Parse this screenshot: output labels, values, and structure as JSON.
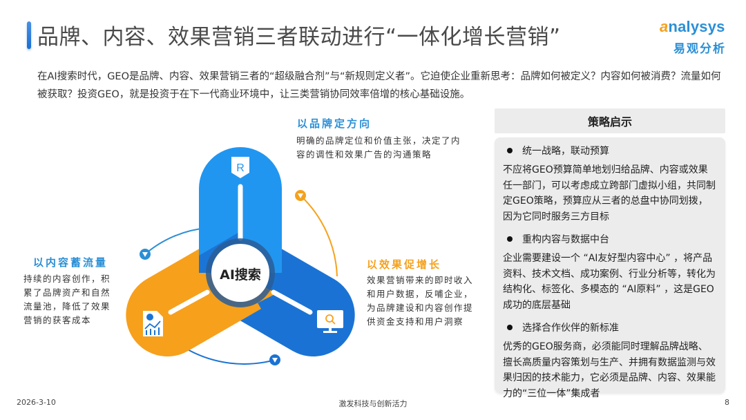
{
  "header": {
    "title": "品牌、内容、效果营销三者联动进行“一体化增长营销”",
    "logo_en_a": "a",
    "logo_en_rest": "nalysys",
    "logo_cn": "易观分析"
  },
  "intro": "在AI搜索时代，GEO是品牌、内容、效果营销三者的“超级融合剂”与“新规则定义者”。它迫使企业重新思考：品牌如何被定义？内容如何被消费？流量如何被获取？投资GEO，就是投资于在下一代商业环境中，让三类营销协同效率倍增的核心基础设施。",
  "diagram": {
    "center_label": "AI搜索",
    "colors": {
      "brand": "#2196f0",
      "content": "#1a73d4",
      "performance": "#f7a01c",
      "center_ring": "#2a5d96"
    },
    "sections": [
      {
        "title": "以品牌定方向",
        "body": "明确的品牌定位和价值主张，决定了内容的调性和效果广告的沟通策略",
        "icon": "brand-shield-icon"
      },
      {
        "title": "以内容蓄流量",
        "body": "持续的内容创作，积累了品牌资产和自然流量池，降低了效果营销的获客成本",
        "icon": "report-chart-icon"
      },
      {
        "title": "以效果促增长",
        "body": "效果营销带来的即时收入和用户数据，反哺企业，为品牌建设和内容创作提供资金支持和用户洞察",
        "icon": "monitor-search-icon"
      }
    ]
  },
  "panel": {
    "header": "策略启示",
    "items": [
      {
        "bullet": "统一战略，联动预算",
        "text": "不应将GEO预算简单地划归给品牌、内容或效果任一部门，可以考虑成立跨部门虚拟小组，共同制定GEO策略，预算应从三者的总盘中协同划拨，因为它同时服务三方目标"
      },
      {
        "bullet": "重构内容与数据中台",
        "text": "企业需要建设一个 “AI友好型内容中心” ，将产品资料、技术文档、成功案例、行业分析等，转化为结构化、标签化、多模态的 “AI原料” ，这是GEO成功的底层基础"
      },
      {
        "bullet": "选择合作伙伴的新标准",
        "text": "优秀的GEO服务商，必须能同时理解品牌战略、擅长高质量内容策划与生产、并拥有数据监测与效果归因的技术能力，它必须是品牌、内容、效果能力的“三位一体”集成者"
      }
    ]
  },
  "footer": {
    "date": "2026-3-10",
    "slogan": "激发科技与创新活力",
    "page": "8"
  }
}
